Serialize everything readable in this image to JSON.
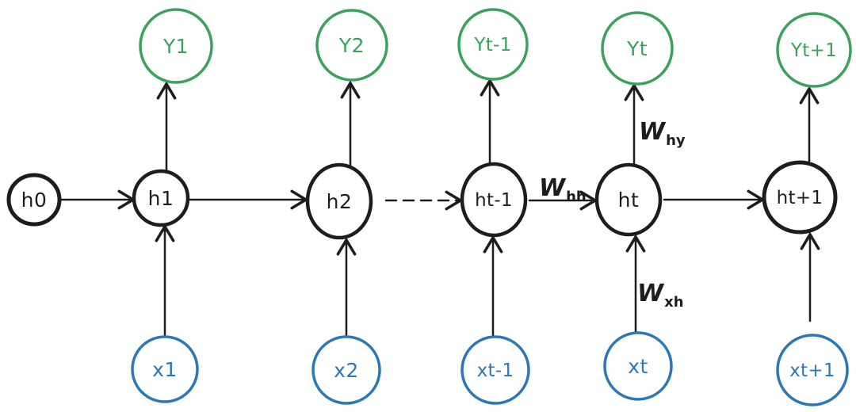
{
  "colors": {
    "output_green": "#3aa25c",
    "input_blue": "#2a78b8",
    "stroke_black": "#1d1d1d",
    "background": "#ffffff"
  },
  "nodes": {
    "outputs": [
      {
        "id": "y1",
        "label": "Y1"
      },
      {
        "id": "y2",
        "label": "Y2"
      },
      {
        "id": "yt-1",
        "label": "Yt-1"
      },
      {
        "id": "yt",
        "label": "Yt"
      },
      {
        "id": "yt+1",
        "label": "Yt+1"
      }
    ],
    "hidden": [
      {
        "id": "h0",
        "label": "h0"
      },
      {
        "id": "h1",
        "label": "h1"
      },
      {
        "id": "h2",
        "label": "h2"
      },
      {
        "id": "ht-1",
        "label": "ht-1"
      },
      {
        "id": "ht",
        "label": "ht"
      },
      {
        "id": "ht+1",
        "label": "ht+1"
      }
    ],
    "inputs": [
      {
        "id": "x1",
        "label": "x1"
      },
      {
        "id": "x2",
        "label": "x2"
      },
      {
        "id": "xt-1",
        "label": "xt-1"
      },
      {
        "id": "xt",
        "label": "xt"
      },
      {
        "id": "xt+1",
        "label": "xt+1"
      }
    ]
  },
  "weight_labels": {
    "hh": {
      "main": "W",
      "sub": "hh"
    },
    "hy": {
      "main": "W",
      "sub": "hy"
    },
    "xh": {
      "main": "W",
      "sub": "xh"
    }
  }
}
